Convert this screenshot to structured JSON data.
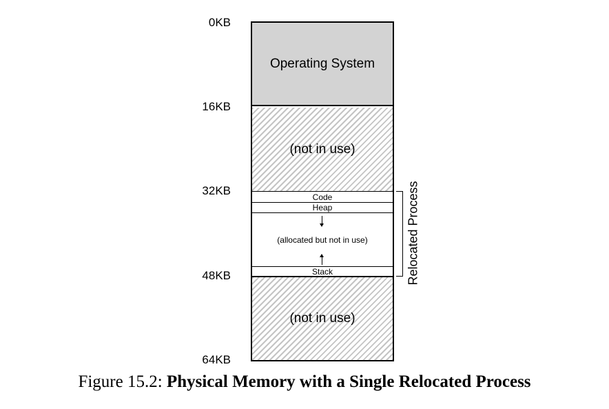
{
  "addresses": {
    "a0": "0KB",
    "a16": "16KB",
    "a32": "32KB",
    "a48": "48KB",
    "a64": "64KB"
  },
  "regions": {
    "os": "Operating System",
    "free_top": "(not in use)",
    "code": "Code",
    "heap": "Heap",
    "allocated": "(allocated but not in use)",
    "stack": "Stack",
    "free_bottom": "(not in use)"
  },
  "side_label": "Relocated Process",
  "caption": {
    "prefix": "Figure 15.2: ",
    "title": "Physical Memory with a Single Relocated Process"
  }
}
